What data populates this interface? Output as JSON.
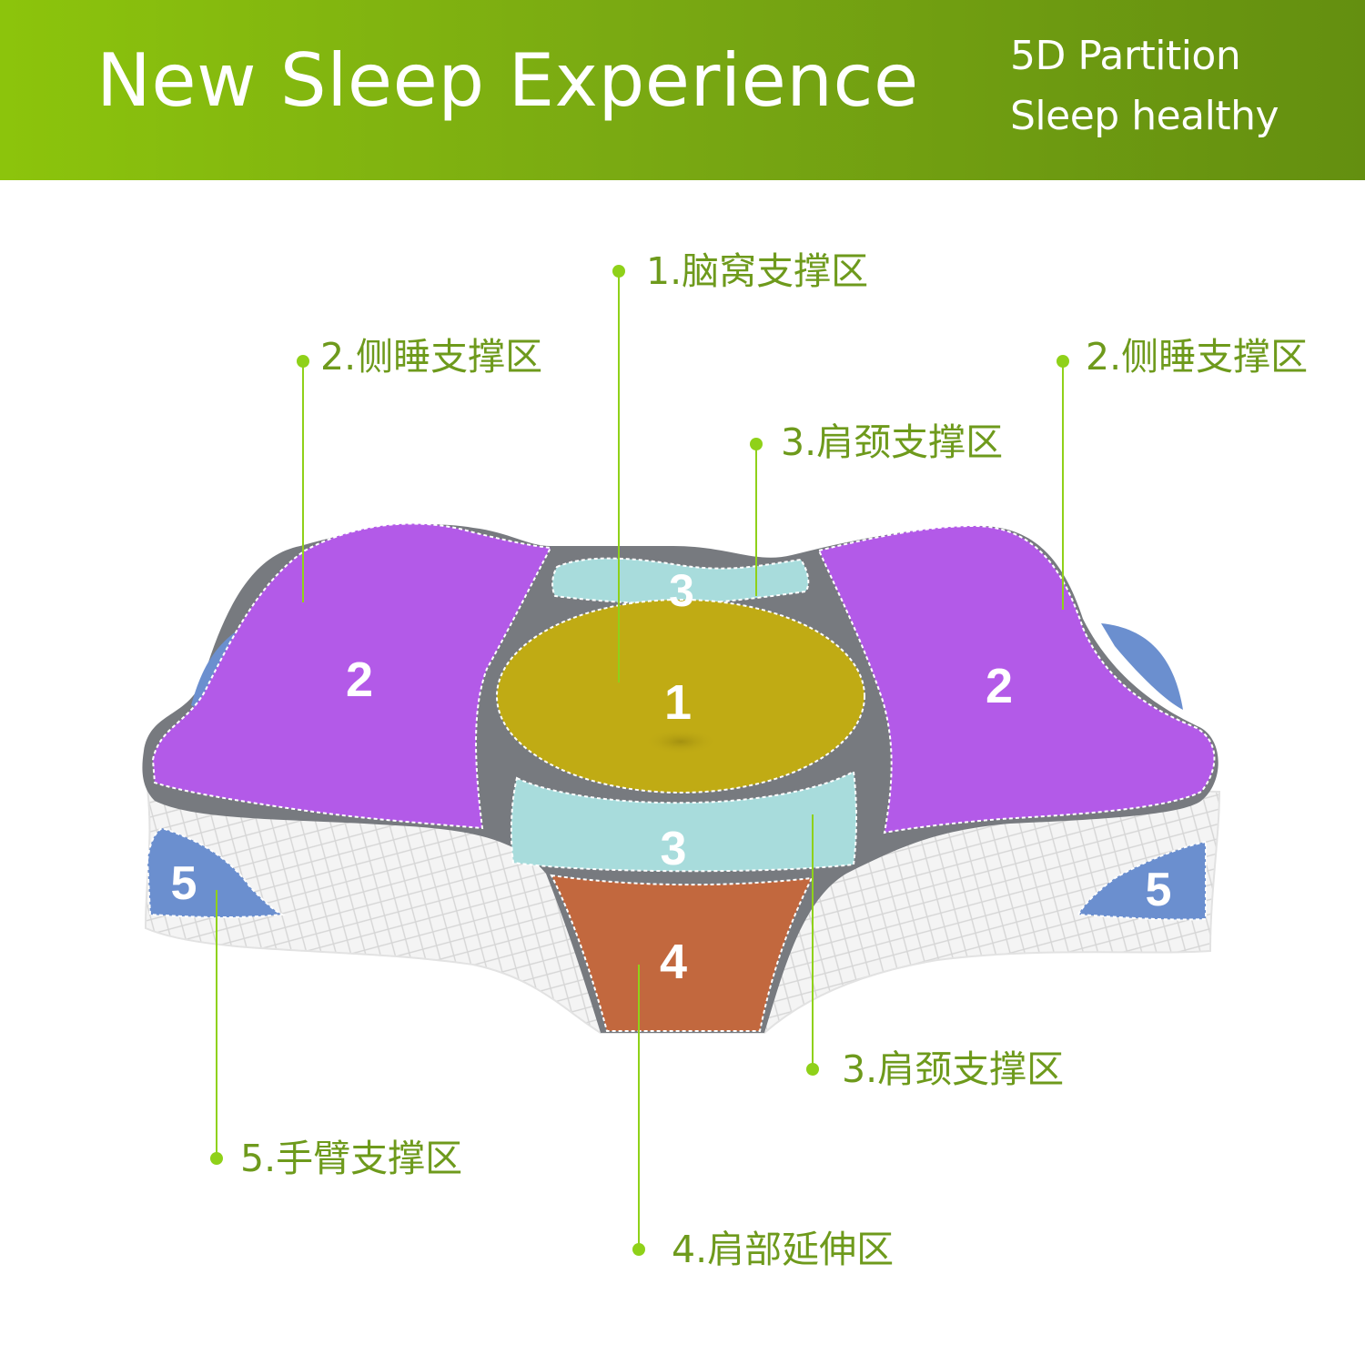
{
  "banner": {
    "title": "New Sleep Experience",
    "subtitle_line1": "5D Partition",
    "subtitle_line2": "Sleep healthy"
  },
  "zones": {
    "z1": {
      "number": "1",
      "label": "1.脑窝支撑区"
    },
    "z2_left": {
      "number": "2",
      "label": "2.侧睡支撑区"
    },
    "z2_right": {
      "number": "2",
      "label": "2.侧睡支撑区"
    },
    "z3_top": {
      "number": "3",
      "label": "3.肩颈支撑区"
    },
    "z3_bottom": {
      "number": "3",
      "label": "3.肩颈支撑区"
    },
    "z4": {
      "number": "4",
      "label": "4.肩部延伸区"
    },
    "z5_left": {
      "number": "5",
      "label": "5.手臂支撑区"
    },
    "z5_right": {
      "number": "5"
    }
  },
  "colors": {
    "banner_start": "#8cc40c",
    "banner_end": "#648f10",
    "callout_text": "#6e9a1c",
    "leader_line": "#8fd119",
    "zone_1": "#c0ab14",
    "zone_2": "#b35ae8",
    "zone_3": "#a8dcdc",
    "zone_4": "#c2683e",
    "zone_5": "#6b8fcf",
    "pillow_gray": "#777a7f",
    "pillow_white": "#f2f2f2"
  }
}
